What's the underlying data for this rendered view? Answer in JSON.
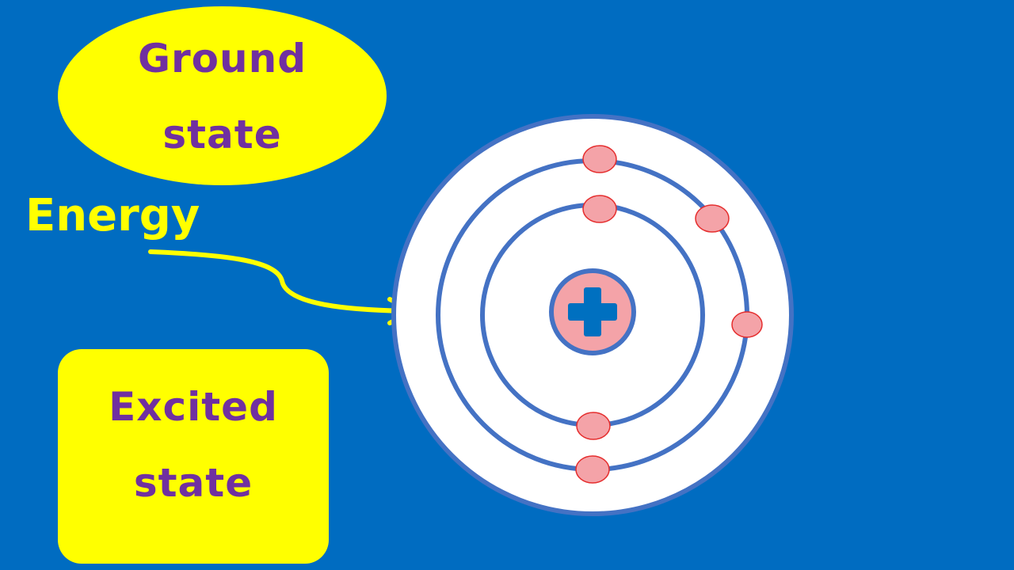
{
  "colors": {
    "background": "#006cc1",
    "yellow": "#ffff00",
    "purple": "#7030a0",
    "electron_fill": "#f4a3a8",
    "electron_stroke": "#e52d2d",
    "orbit_stroke": "#4472c4",
    "atom_fill": "#ffffff",
    "nucleus_fill": "#f4a3a8",
    "plus_color": "#0070c0"
  },
  "labels": {
    "ground_line1": "Ground",
    "ground_line2": "state",
    "excited_line1": "Excited",
    "excited_line2": "state",
    "energy": "Energy"
  },
  "atom": {
    "nucleus_symbol": "plus-icon"
  }
}
